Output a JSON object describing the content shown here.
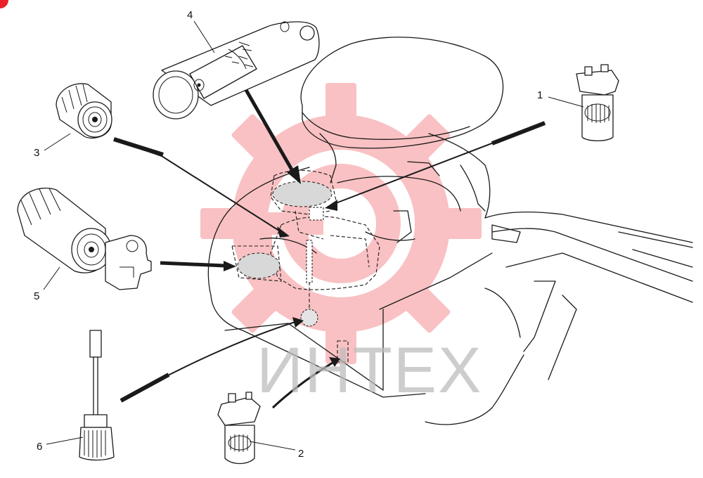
{
  "diagram": {
    "callouts": [
      {
        "id": "1",
        "label": "1"
      },
      {
        "id": "2",
        "label": "2"
      },
      {
        "id": "3",
        "label": "3"
      },
      {
        "id": "4",
        "label": "4"
      },
      {
        "id": "5",
        "label": "5"
      },
      {
        "id": "6",
        "label": "6"
      }
    ]
  },
  "watermark": {
    "text": "ИНТЕХ",
    "color": "#e8202a"
  }
}
